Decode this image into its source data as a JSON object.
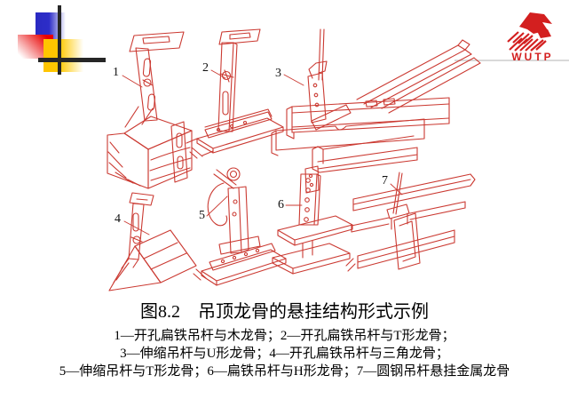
{
  "logo": {
    "text": "WUTP"
  },
  "diagram": {
    "labels": [
      "1",
      "2",
      "3",
      "4",
      "5",
      "6",
      "7"
    ]
  },
  "caption": {
    "title": "图8.2　吊顶龙骨的悬挂结构形式示例",
    "lines": [
      "1—开孔扁铁吊杆与木龙骨；2—开孔扁铁吊杆与T形龙骨；",
      "3—伸缩吊杆与U形龙骨；4—开孔扁铁吊杆与三角龙骨；",
      "5—伸缩吊杆与T形龙骨；6—扁铁吊杆与H形龙骨；7—圆钢吊杆悬挂金属龙骨"
    ]
  },
  "colors": {
    "diagram_red": "#cb3a32",
    "accent_blue": "#2d2dc8",
    "accent_red": "#e80000",
    "accent_yellow": "#ffc800",
    "logo_red": "#d31f1f"
  }
}
